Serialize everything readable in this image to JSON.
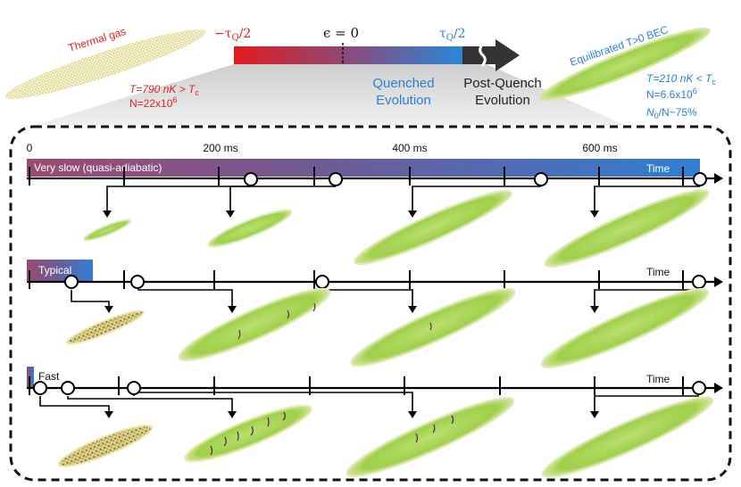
{
  "header": {
    "thermal_label": "Thermal gas",
    "thermal_T": "T=790 nK > T",
    "thermal_T_sub": "c",
    "thermal_N": "N=22x10",
    "thermal_N_sup": "6",
    "tau_neg": "−τ",
    "tau_neg_sub": "Q",
    "tau_neg_tail": "/2",
    "epsilon_zero": "ϵ = 0",
    "tau_pos": "τ",
    "tau_pos_sub": "Q",
    "tau_pos_tail": "/2",
    "quenched_line1": "Quenched",
    "quenched_line2": "Evolution",
    "postquench_line1": "Post-Quench",
    "postquench_line2": "Evolution",
    "bec_label": "Equilibrated T>0 BEC",
    "bec_T": "T=210 nK < T",
    "bec_T_sub": "c",
    "bec_N": "N=6.6x10",
    "bec_N_sup": "6",
    "bec_frac": "N",
    "bec_frac_sub": "0",
    "bec_frac_tail": "/N~75%"
  },
  "timeline": {
    "ticks": [
      "0",
      "200 ms",
      "400 ms",
      "600 ms"
    ],
    "rows": [
      {
        "label": "Very slow (quasi-adiabatic)",
        "time_label": "Time"
      },
      {
        "label": "Typical",
        "time_label": "Time"
      },
      {
        "label": "Fast",
        "time_label": "Time"
      }
    ]
  },
  "colors": {
    "red": "#e02020",
    "blue": "#2a7fd4",
    "purple": "#8a4a7a",
    "cloud_green": "#a6d45a",
    "thermal_yellow": "#d8d48a",
    "dark_arrow": "#333333"
  }
}
